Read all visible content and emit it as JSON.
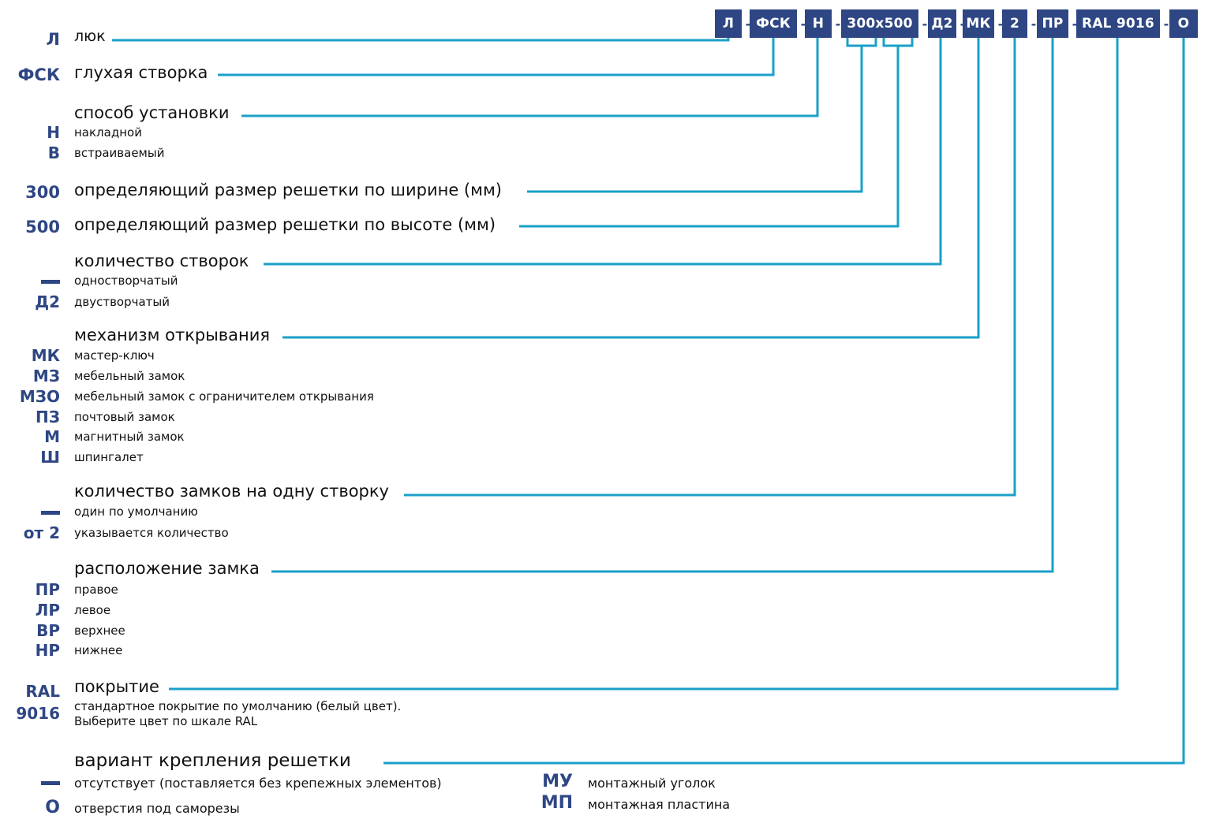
{
  "colors": {
    "box_fill": "#2e4683",
    "box_text": "#ffffff",
    "line": "#1aa0c8",
    "code_text": "#2e4683",
    "label_text": "#111111"
  },
  "code_parts": [
    {
      "text": "Л"
    },
    {
      "text": "ФСК"
    },
    {
      "text": "Н"
    },
    {
      "text": "300x500"
    },
    {
      "text": "Д2"
    },
    {
      "text": "МК"
    },
    {
      "text": "2"
    },
    {
      "text": "ПР"
    },
    {
      "text": "RAL 9016"
    },
    {
      "text": "О"
    }
  ],
  "separator": "-",
  "sections": {
    "hatch": {
      "code": "Л",
      "heading": "люк"
    },
    "blind_sash": {
      "code": "ФСК",
      "heading": "глухая створка"
    },
    "mounting": {
      "heading": "способ установки",
      "options": [
        {
          "code": "Н",
          "label": "накладной"
        },
        {
          "code": "В",
          "label": "встраиваемый"
        }
      ]
    },
    "width": {
      "code": "300",
      "heading": "определяющий размер решетки по ширине (мм)"
    },
    "height": {
      "code": "500",
      "heading": "определяющий размер решетки по высоте (мм)"
    },
    "sashes": {
      "heading": "количество створок",
      "options": [
        {
          "code": "—",
          "label": "одностворчатый"
        },
        {
          "code": "Д2",
          "label": "двустворчатый"
        }
      ]
    },
    "mechanism": {
      "heading": "механизм открывания",
      "options": [
        {
          "code": "МК",
          "label": "мастер-ключ"
        },
        {
          "code": "МЗ",
          "label": "мебельный замок"
        },
        {
          "code": "МЗО",
          "label": "мебельный замок с ограничителем открывания"
        },
        {
          "code": "ПЗ",
          "label": "почтовый замок"
        },
        {
          "code": "М",
          "label": "магнитный замок"
        },
        {
          "code": "Ш",
          "label": "шпингалет"
        }
      ]
    },
    "lock_count": {
      "heading": "количество замков на одну створку",
      "options": [
        {
          "code": "—",
          "label": "один по умолчанию"
        },
        {
          "code": "от 2",
          "label": "указывается количество"
        }
      ]
    },
    "lock_position": {
      "heading": "расположение замка",
      "options": [
        {
          "code": "ПР",
          "label": "правое"
        },
        {
          "code": "ЛР",
          "label": "левое"
        },
        {
          "code": "ВР",
          "label": "верхнее"
        },
        {
          "code": "НР",
          "label": "нижнее"
        }
      ]
    },
    "coating": {
      "heading": "покрытие",
      "code_line1": "RAL",
      "code_line2": "9016",
      "desc_line1": "стандартное покрытие по умолчанию (белый цвет).",
      "desc_line2": "Выберите цвет по шкале RAL"
    },
    "fastening": {
      "heading": "вариант крепления решетки",
      "options_left": [
        {
          "code": "—",
          "label": "отсутствует (поставляется без крепежных элементов)"
        },
        {
          "code": "О",
          "label": "отверстия под саморезы"
        }
      ],
      "options_right": [
        {
          "code": "МУ",
          "label": "монтажный уголок"
        },
        {
          "code": "МП",
          "label": "монтажная пластина"
        }
      ]
    }
  }
}
